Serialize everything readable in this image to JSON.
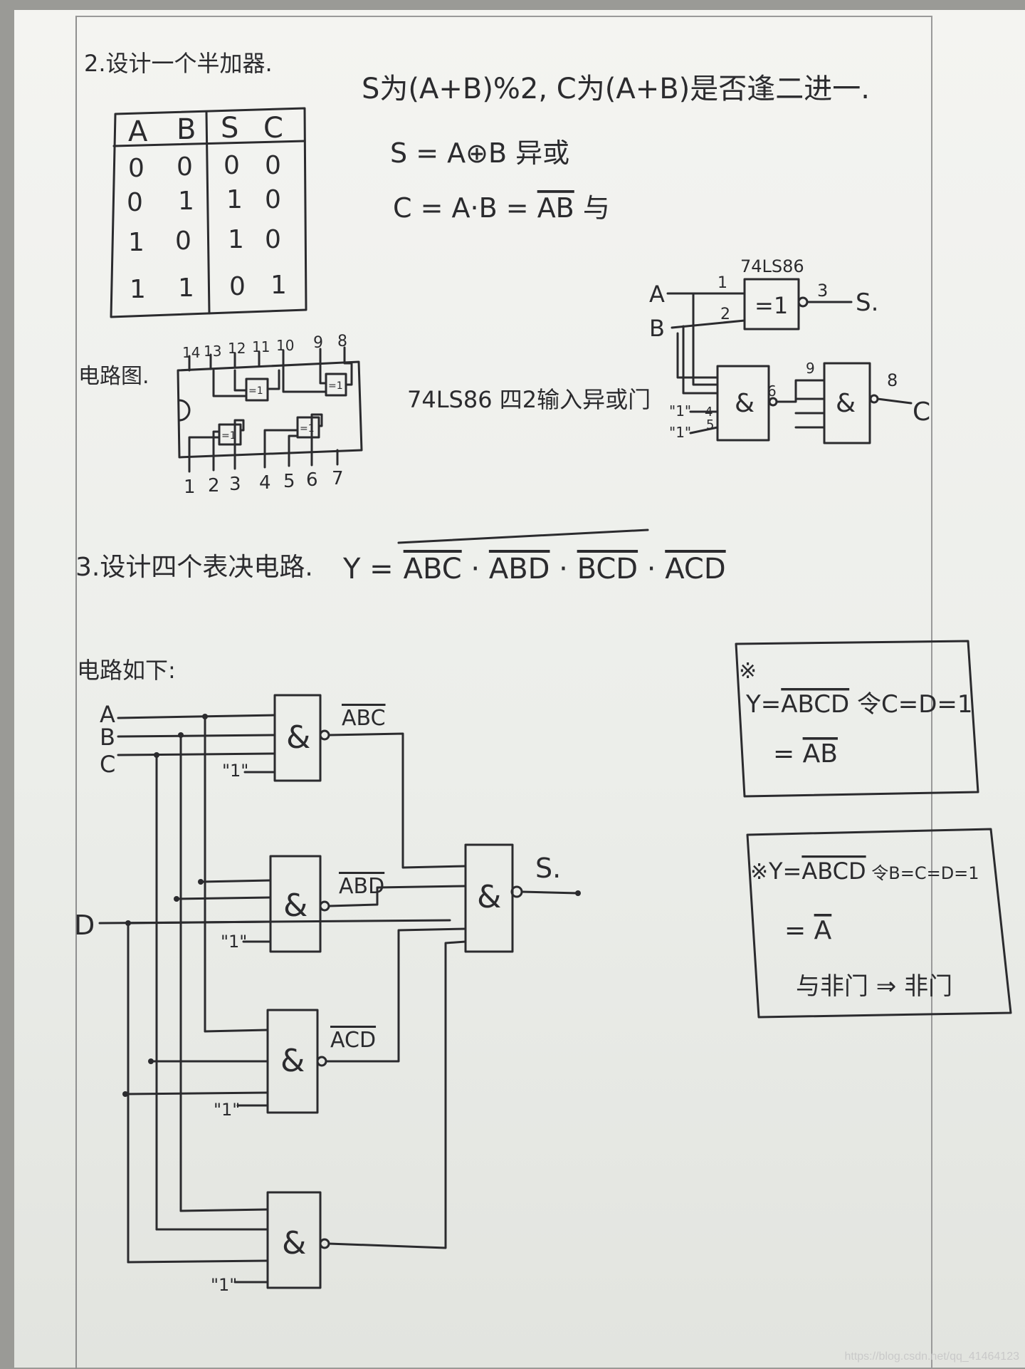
{
  "sections": {
    "s2_title": "2.设计一个半加器.",
    "s2_formula": "S为(A+B)%2, C为(A+B)是否逢二进一.",
    "s2_sum": "S = A⊕B 异或",
    "s2_carry_pre": "C = A·B = ",
    "s2_carry_bar": "AB",
    "s2_carry_post": " 与",
    "s2_circuit_label": "电路图.",
    "s2_chip_desc": "74LS86  四2输入异或门",
    "s3_title": "3.设计四个表决电路.",
    "s3_formula_prefix": "Y =",
    "s3_formula_terms": [
      "ABC",
      "ABD",
      "BCD",
      "ACD"
    ],
    "s3_circuit_label": "电路如下:"
  },
  "truth_table": {
    "headers": [
      "A",
      "B",
      "S",
      "C"
    ],
    "rows": [
      [
        "0",
        "0",
        "0",
        "0"
      ],
      [
        "0",
        "1",
        "1",
        "0"
      ],
      [
        "1",
        "0",
        "1",
        "0"
      ],
      [
        "1",
        "1",
        "0",
        "1"
      ]
    ]
  },
  "chip_pins": {
    "top": [
      "14",
      "13",
      "12",
      "11",
      "10",
      "9",
      "8"
    ],
    "bottom": [
      "1",
      "2",
      "3",
      "4",
      "5",
      "6",
      "7"
    ],
    "gate_label": "=1"
  },
  "half_adder": {
    "in_a": "A",
    "in_b": "B",
    "chip_name": "74LS86",
    "xor_label": "=1",
    "pin1": "1",
    "pin2": "2",
    "pin3": "3",
    "out_s": "S.",
    "and_label": "&",
    "pin4": "4",
    "pin5": "5",
    "pin6": "6",
    "pin8": "8",
    "pin9": "9",
    "one_const": "\"1\"",
    "out_c": "C"
  },
  "voter": {
    "inputs": [
      "A",
      "B",
      "C",
      "D"
    ],
    "gate_label": "&",
    "gate_outputs": [
      "ABC",
      "ABD",
      "ACD"
    ],
    "one_const": "\"1\"",
    "out": "S."
  },
  "note1": {
    "mark": "※",
    "line1_pre": "Y=",
    "line1_bar": "ABCD",
    "line1_post": " 令C=D=1",
    "line2_pre": "= ",
    "line2_bar": "AB"
  },
  "note2": {
    "mark": "※",
    "line1_pre": "Y=",
    "line1_bar": "ABCD",
    "line1_post": " 令B=C=D=1",
    "line2_pre": "= ",
    "line2_bar": "A",
    "line3": "与非门 ⇒ 非门"
  },
  "watermark": "https://blog.csdn.net/qq_41464123"
}
